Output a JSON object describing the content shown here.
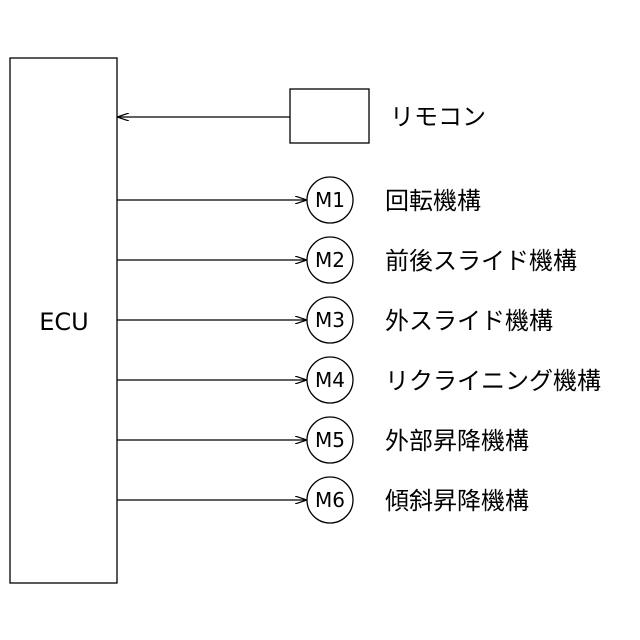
{
  "ecu": {
    "label": "ECU"
  },
  "remote": {
    "label": "リモコン"
  },
  "motors": [
    {
      "id": "M1",
      "label": "回転機構"
    },
    {
      "id": "M2",
      "label": "前後スライド機構"
    },
    {
      "id": "M3",
      "label": "外スライド機構"
    },
    {
      "id": "M4",
      "label": "リクライニング機構"
    },
    {
      "id": "M5",
      "label": "外部昇降機構"
    },
    {
      "id": "M6",
      "label": "傾斜昇降機構"
    }
  ]
}
